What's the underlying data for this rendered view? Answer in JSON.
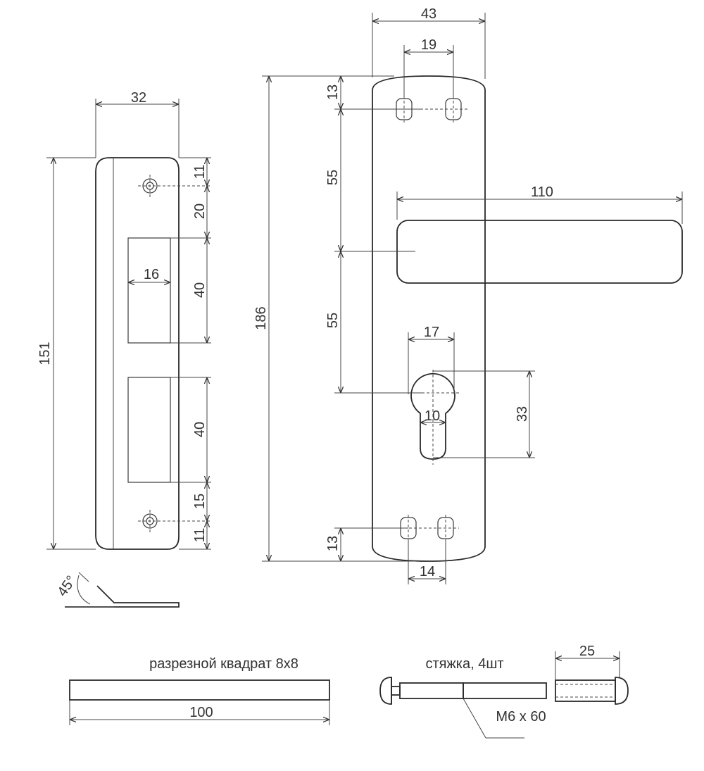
{
  "strike_plate": {
    "width": "32",
    "height": "151",
    "top_hole_offset": "11",
    "gap_to_slot": "20",
    "slot_width": "16",
    "slot_upper_height": "40",
    "slot_lower_height": "40",
    "gap_to_bottom_hole": "15",
    "bottom_hole_offset": "11",
    "bend_angle": "45°"
  },
  "handle_plate": {
    "width": "43",
    "top_holes_spacing": "19",
    "top_hole_offset": "13",
    "height": "186",
    "hole_to_handle": "55",
    "handle_to_cylinder": "55",
    "lever_length": "110",
    "cylinder_width": "17",
    "cylinder_slot_width": "10",
    "cylinder_height": "33",
    "bottom_hole_offset": "13",
    "bottom_holes_spacing": "14"
  },
  "spindle": {
    "caption": "разрезной квадрат 8x8",
    "length": "100"
  },
  "tie_bolt": {
    "caption": "стяжка, 4шт",
    "thread_label": "M6 x 60",
    "sleeve_length": "25"
  }
}
